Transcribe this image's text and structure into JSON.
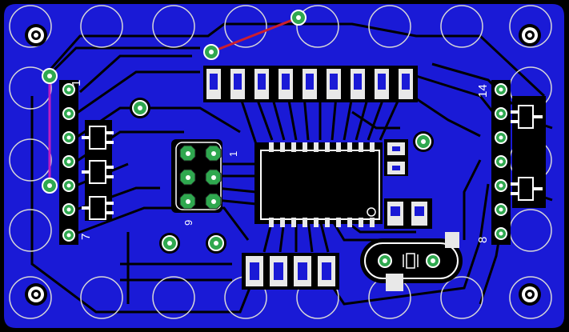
{
  "board": {
    "colors": {
      "background": "#000000",
      "copper_pour": "#1a1ad6",
      "trace_gap": "#000000",
      "pad_ring": "#2fa84f",
      "pad_white": "#e8e8e8",
      "silkscreen": "#ffffff",
      "top_trace": "#cc1f2f",
      "jumper": "#c01cc0"
    },
    "labels": {
      "pin1_left": "1",
      "pin7_left": "7",
      "pin14_right": "14",
      "pin8_right": "8",
      "pin1_header": "1",
      "pin9_header": "9"
    }
  }
}
